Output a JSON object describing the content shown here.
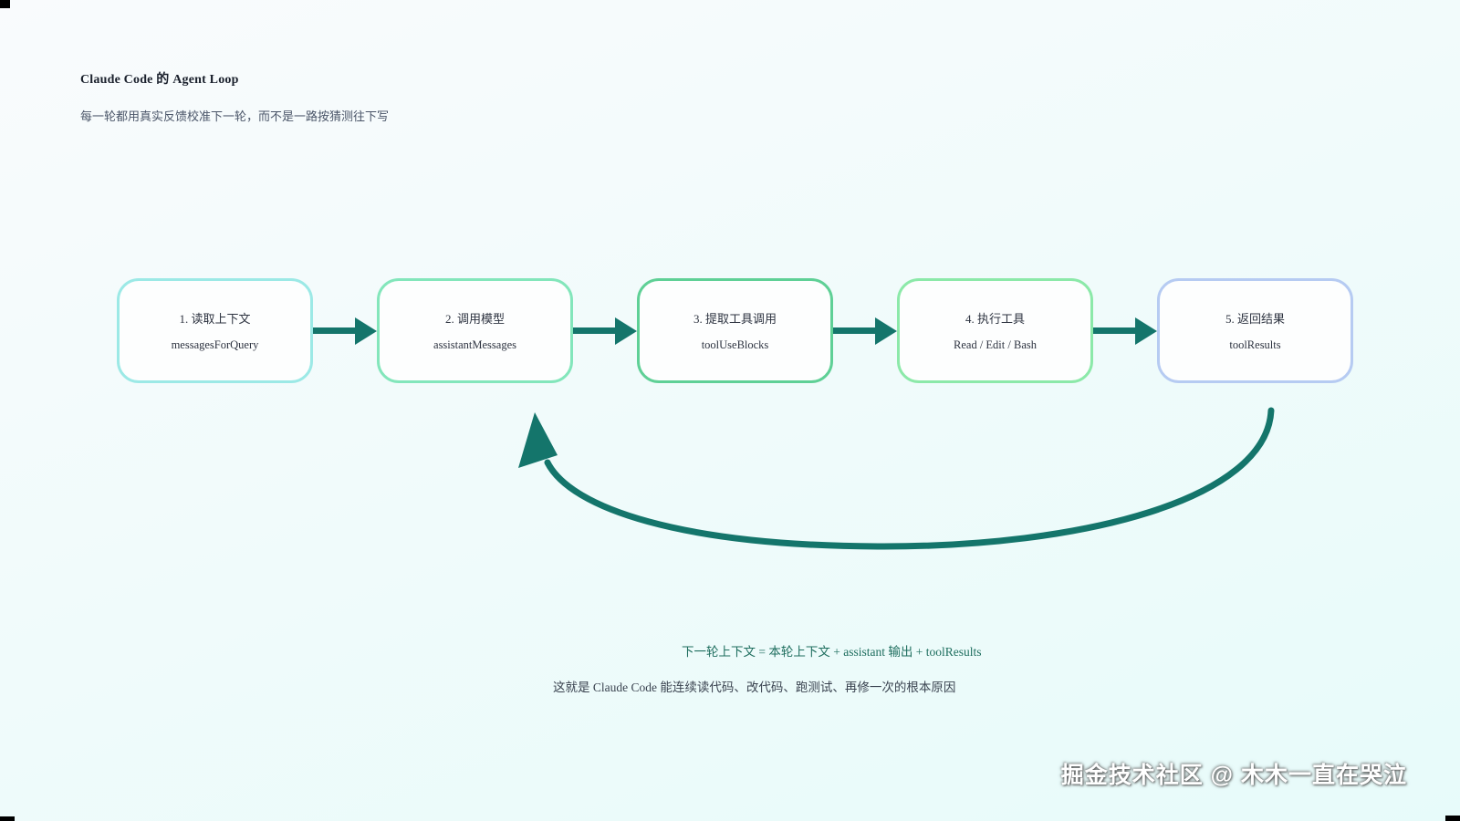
{
  "page": {
    "title": "Claude Code 的 Agent Loop",
    "subtitle": "每一轮都用真实反馈校准下一轮，而不是一路按猜测往下写"
  },
  "flow": {
    "arrow_color": "#14756b",
    "steps": [
      {
        "label": "1. 读取上下文",
        "sublabel": "messagesForQuery",
        "border_color": "#9ce9e6"
      },
      {
        "label": "2. 调用模型",
        "sublabel": "assistantMessages",
        "border_color": "#83e6bb"
      },
      {
        "label": "3. 提取工具调用",
        "sublabel": "toolUseBlocks",
        "border_color": "#5fd096"
      },
      {
        "label": "4. 执行工具",
        "sublabel": "Read / Edit / Bash",
        "border_color": "#8ce9a9"
      },
      {
        "label": "5. 返回结果",
        "sublabel": "toolResults",
        "border_color": "#b6cbf2"
      }
    ]
  },
  "notes": {
    "formula": "下一轮上下文 = 本轮上下文 + assistant 输出 + toolResults",
    "formula_color": "#1e6e5e",
    "conclusion": "这就是 Claude Code 能连续读代码、改代码、跑测试、再修一次的根本原因"
  },
  "watermark": {
    "text": "掘金技术社区 @ 木木一直在哭泣"
  }
}
